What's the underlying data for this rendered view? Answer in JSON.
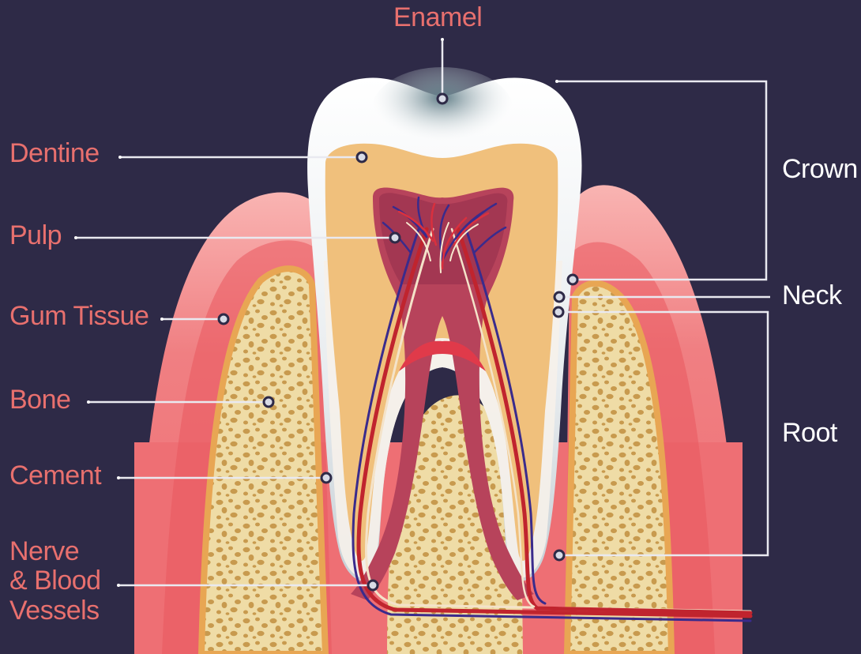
{
  "diagram": {
    "top_label": "Enamel",
    "left_labels": {
      "dentine": "Dentine",
      "pulp": "Pulp",
      "gum_tissue": "Gum Tissue",
      "bone": "Bone",
      "cement": "Cement",
      "nerve_line1": "Nerve",
      "nerve_line2": "& Blood",
      "nerve_line3": "Vessels"
    },
    "right_labels": {
      "crown": "Crown",
      "neck": "Neck",
      "root": "Root"
    }
  },
  "colors": {
    "background": "#2e2a47",
    "label_left": "#e8706e",
    "label_right": "#ffffff",
    "gum": "#f28a8c",
    "gum_inner": "#e8505a",
    "bone": "#f0dfa8",
    "dentine": "#f2c27e",
    "pulp": "#b2405a",
    "enamel": "#f4f6f8",
    "leader": "#e9e9f0"
  }
}
